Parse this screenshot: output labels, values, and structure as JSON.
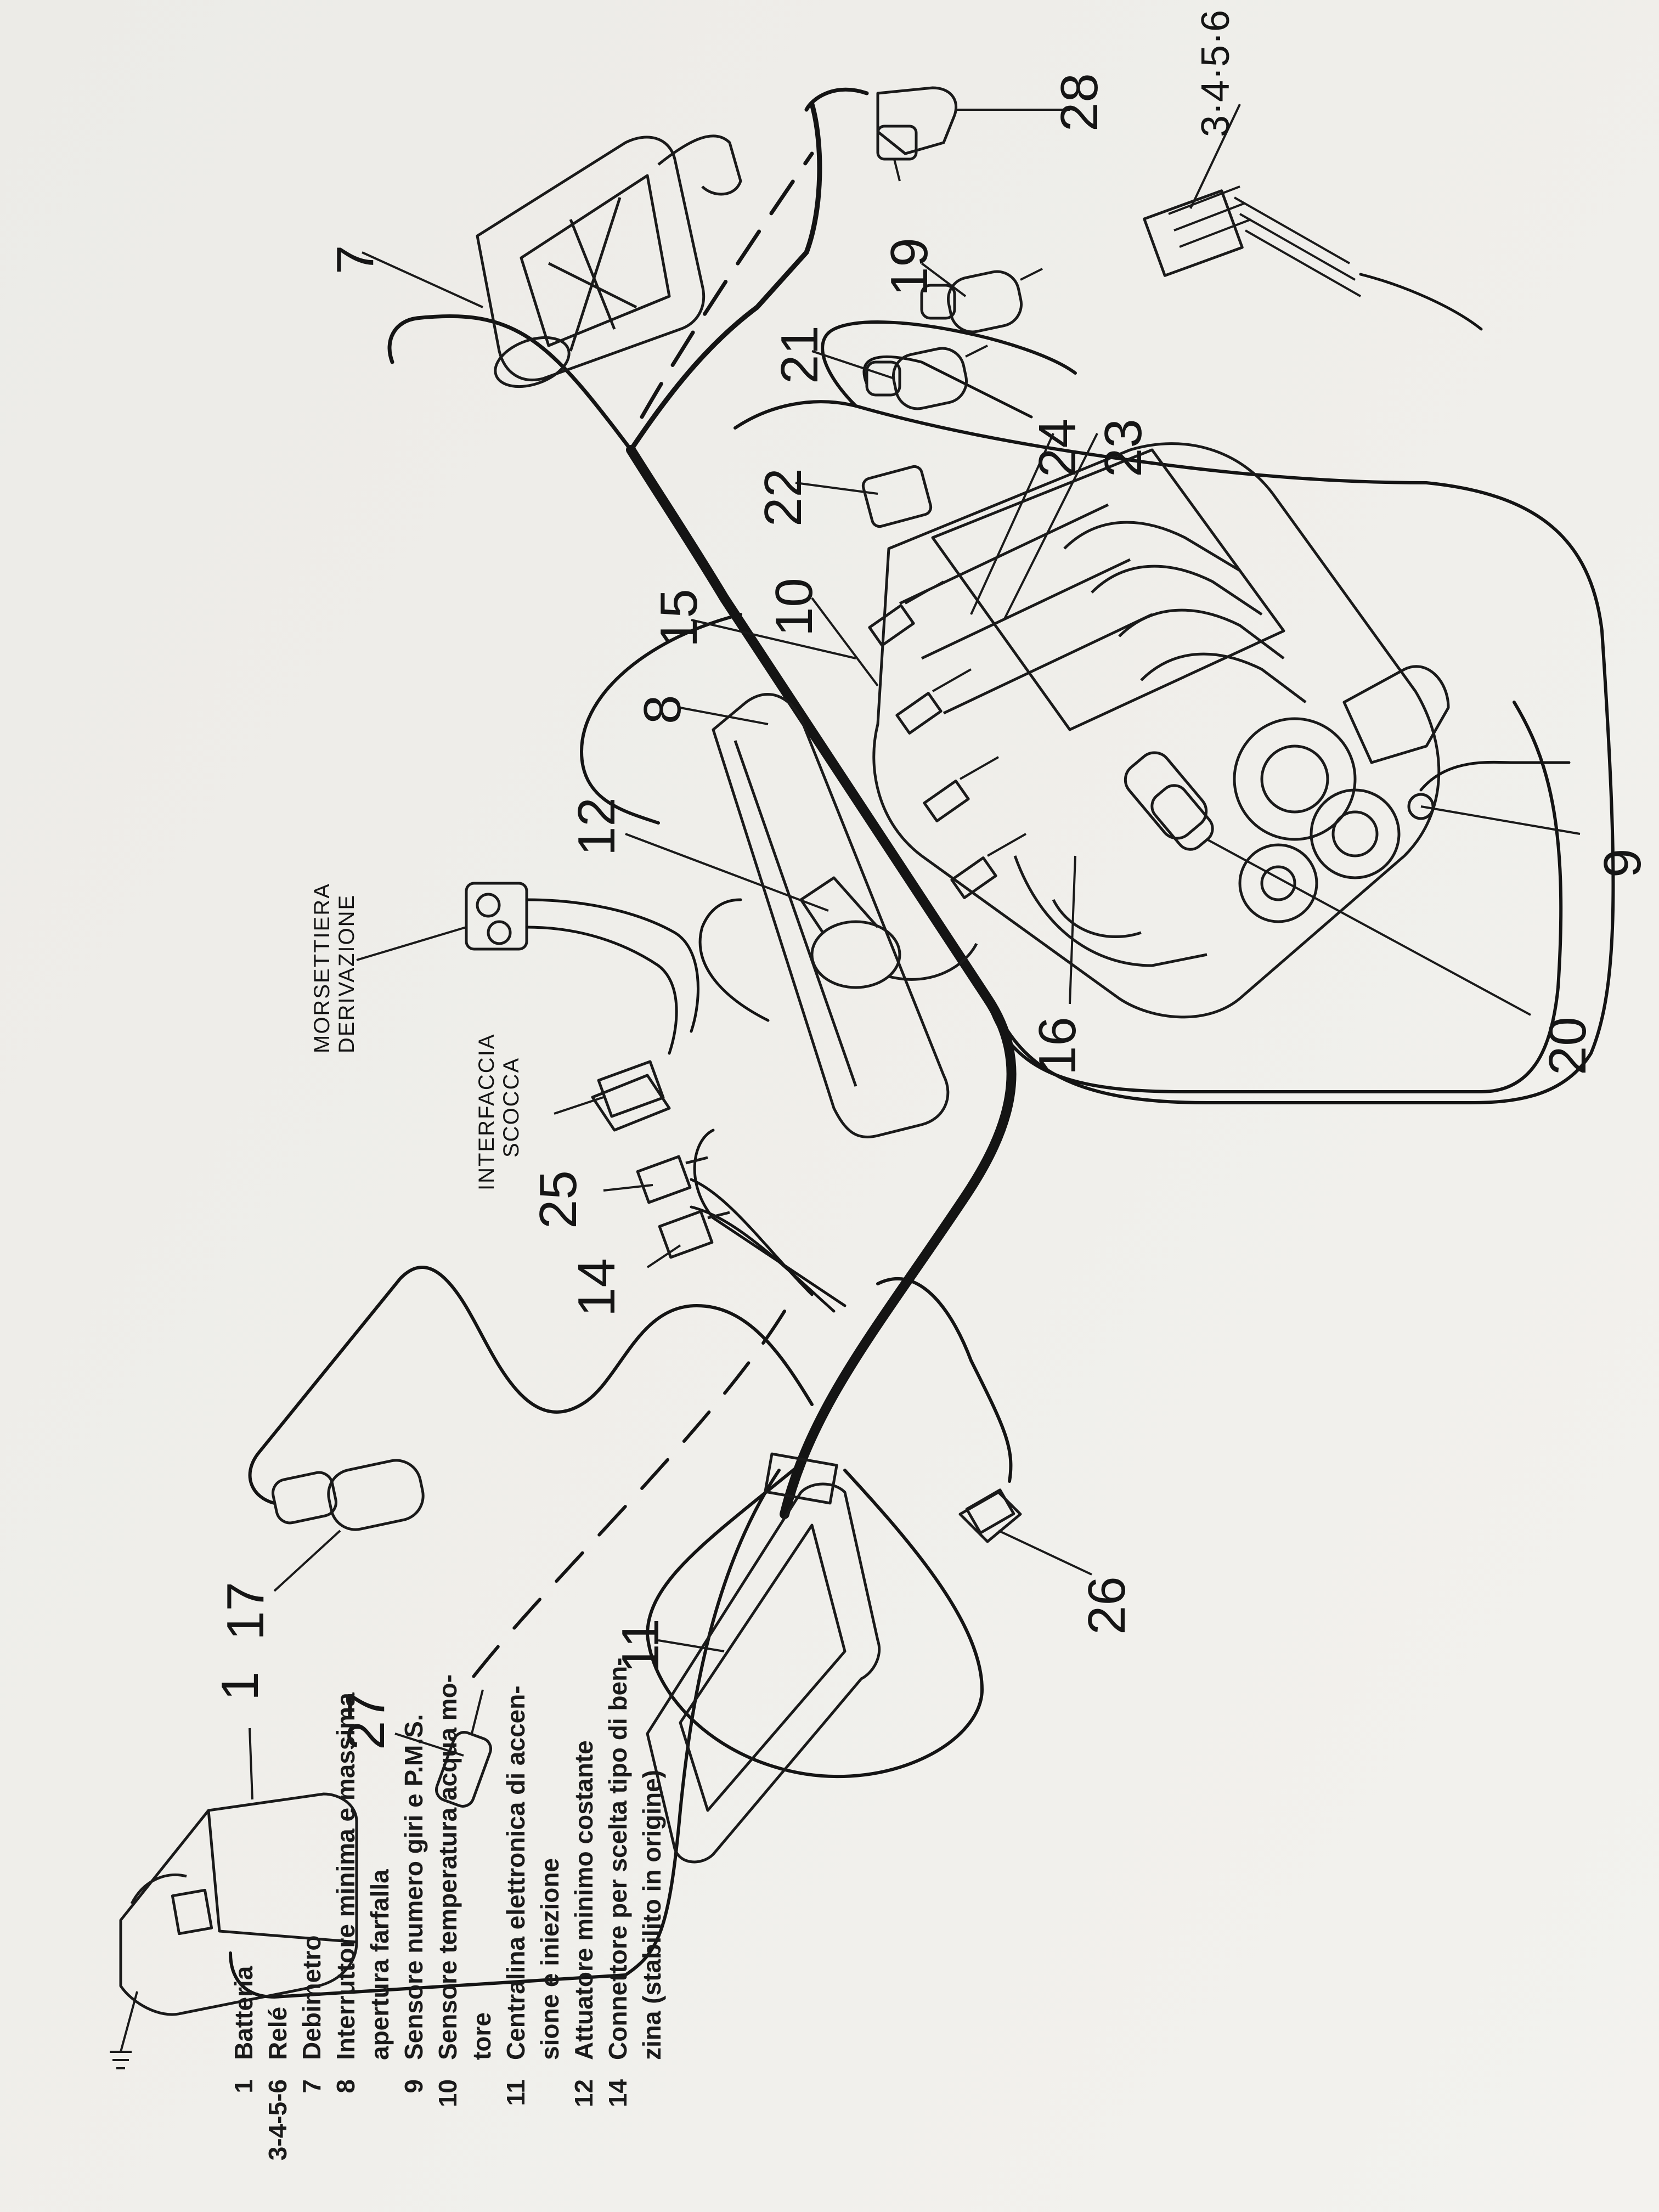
{
  "callouts": {
    "c1": "1",
    "c3456": "3·4·5·6",
    "c7": "7",
    "c8": "8",
    "c9": "9",
    "c10": "10",
    "c11": "11",
    "c12": "12",
    "c14": "14",
    "c15": "15",
    "c16": "16",
    "c17": "17",
    "c19": "19",
    "c20": "20",
    "c21": "21",
    "c22": "22",
    "c23": "23",
    "c24": "24",
    "c25": "25",
    "c26": "26",
    "c27": "27",
    "c28": "28"
  },
  "labels": {
    "morsettiera_1": "MORSETTIERA",
    "morsettiera_2": "DERIVAZIONE",
    "interfaccia_1": "INTERFACCIA",
    "interfaccia_2": "SCOCCA"
  },
  "legend": [
    {
      "num": "1",
      "text": "Batteria"
    },
    {
      "num": "3-4-5-6",
      "text": "Relé"
    },
    {
      "num": "7",
      "text": "Debimetro"
    },
    {
      "num": "8",
      "text": "Interruttore minima e massima"
    },
    {
      "num": "",
      "text": "apertura farfalla"
    },
    {
      "num": "9",
      "text": "Sensore numero giri e P.M.S."
    },
    {
      "num": "10",
      "text": "Sensore temperatura acqua mo-"
    },
    {
      "num": "",
      "text": "tore"
    },
    {
      "num": "11",
      "text": "Centralina elettronica di accen-"
    },
    {
      "num": "",
      "text": "sione e iniezione"
    },
    {
      "num": "12",
      "text": "Attuatore minimo costante"
    },
    {
      "num": "14",
      "text": "Connettore per scelta tipo di ben-"
    },
    {
      "num": "",
      "text": "zina (stabilito in origine)"
    }
  ]
}
